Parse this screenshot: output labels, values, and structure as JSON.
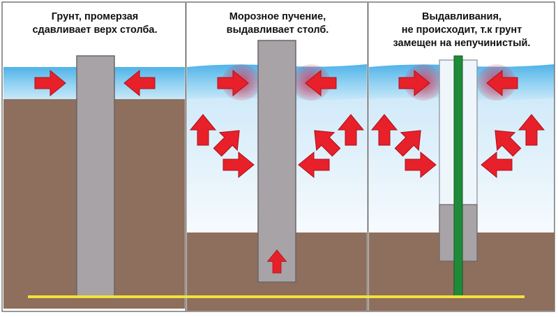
{
  "panels": [
    {
      "caption_line1": "Грунт, промерзая",
      "caption_line2": "сдавливает верх столба.",
      "caption_line3": ""
    },
    {
      "caption_line1": "Морозное пучение,",
      "caption_line2": "выдавливает столб.",
      "caption_line3": ""
    },
    {
      "caption_line1": "Выдавливания,",
      "caption_line2": "не происходит, т.к грунт",
      "caption_line3": "замещен на непучинистый."
    }
  ],
  "colors": {
    "soil": "#8e6e5c",
    "frozen_layer": "#7fc9ee",
    "frozen_layer_light": "#cde9f8",
    "heave_zone_top": "#cfe8f8",
    "sky": "#ffffff",
    "pillar": "#a7a3a6",
    "pillar_stroke": "#6c6466",
    "rebar": "#1f8b3a",
    "baseline": "#f2e23a",
    "arrow": "#e8202a",
    "divider": "#555555"
  },
  "icons": [
    "arrow-right-icon",
    "arrow-left-icon",
    "arrow-up-icon",
    "arrow-diagonal-icon"
  ]
}
